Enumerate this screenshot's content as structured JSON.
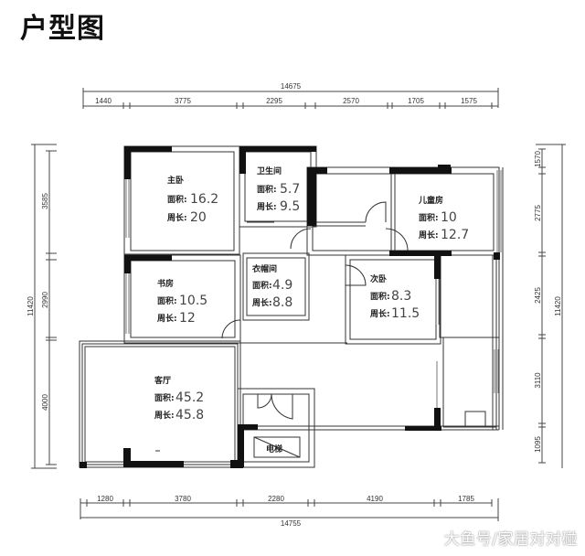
{
  "title": "户型图",
  "watermark": "大鱼号/家居对对碰",
  "labels": {
    "area": "面积:",
    "perimeter": "周长:"
  },
  "dimensions": {
    "top_total": "14675",
    "top_segments": [
      "1440",
      "3775",
      "2295",
      "2570",
      "1705",
      "1575"
    ],
    "bottom_total": "14755",
    "bottom_segments": [
      "1280",
      "3780",
      "2280",
      "4190",
      "1785"
    ],
    "left_total": "11420",
    "left_segments": [
      "3585",
      "2990",
      "4000"
    ],
    "right_total": "11420",
    "right_segments": [
      "1570",
      "2775",
      "2425",
      "3110",
      "1095"
    ]
  },
  "rooms": [
    {
      "name": "主卧",
      "area": "16.2",
      "perimeter": "20"
    },
    {
      "name": "卫生间",
      "area": "5.7",
      "perimeter": "9.5"
    },
    {
      "name": "儿童房",
      "area": "10",
      "perimeter": "12.7"
    },
    {
      "name": "书房",
      "area": "10.5",
      "perimeter": "12"
    },
    {
      "name": "衣帽间",
      "area": "4.9",
      "perimeter": "8.8"
    },
    {
      "name": "次卧",
      "area": "8.3",
      "perimeter": "11.5"
    },
    {
      "name": "客厅",
      "area": "45.2",
      "perimeter": "45.8"
    },
    {
      "name": "电梯"
    }
  ]
}
